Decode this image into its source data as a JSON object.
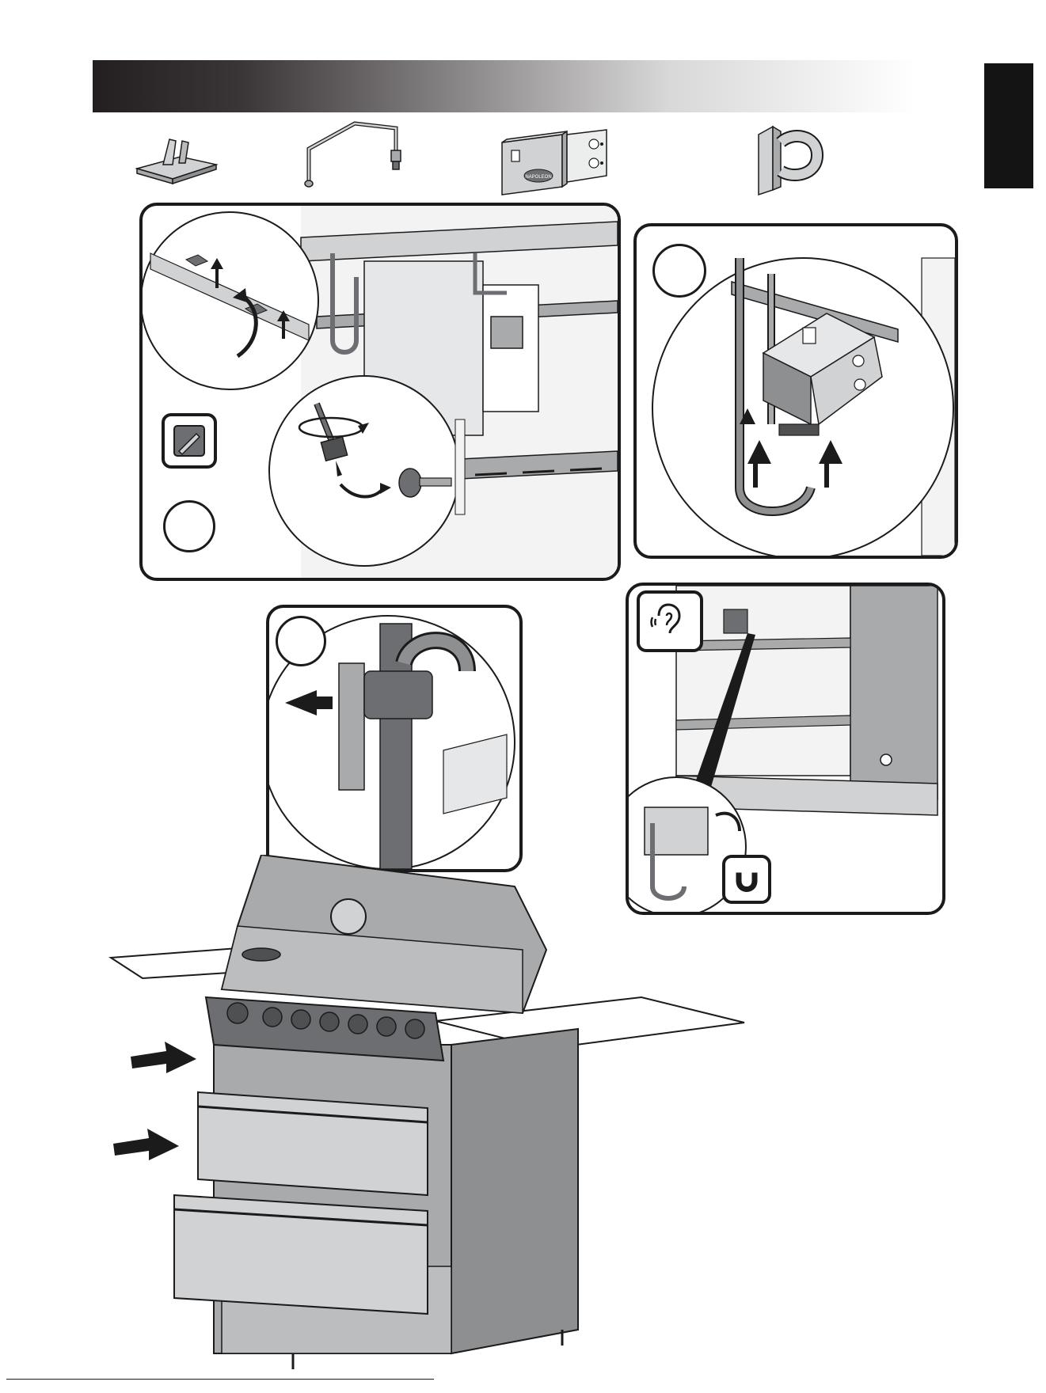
{
  "page": {
    "header_text": "",
    "side_tab_text": ""
  },
  "parts": [
    {
      "name": "clip-bracket-part"
    },
    {
      "name": "gas-pipe-assembly-part"
    },
    {
      "name": "ignition-module-part"
    },
    {
      "name": "hose-clip-part"
    }
  ],
  "steps": [
    {
      "label": ""
    },
    {
      "label": ""
    },
    {
      "label": ""
    }
  ],
  "module": {
    "brand_label": "NAPOLEON"
  },
  "colors": {
    "ink": "#1b1b1b",
    "steel": "#a9aaac",
    "steel_dark": "#6d6e71",
    "steel_light": "#d1d2d4",
    "panel_bg": "#ffffff"
  }
}
